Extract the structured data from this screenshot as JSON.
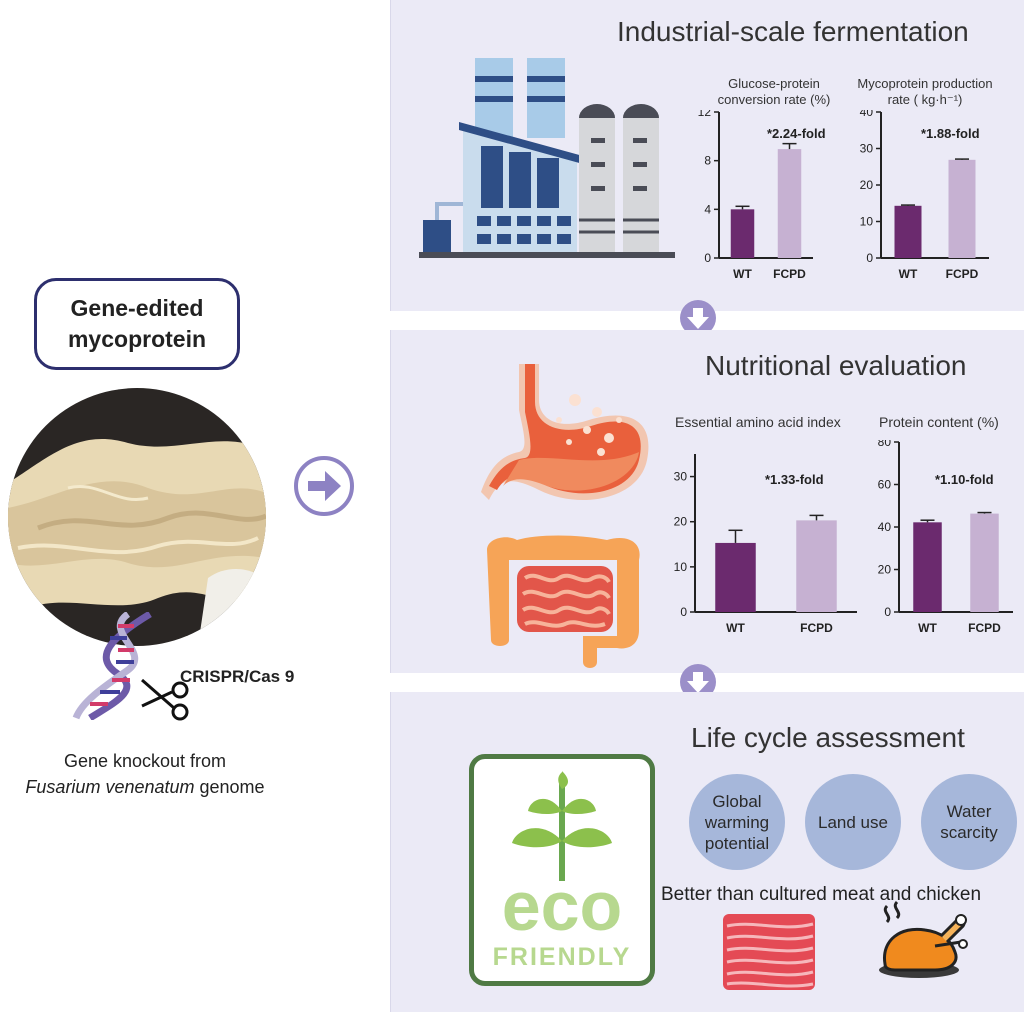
{
  "left": {
    "badge_line1": "Gene-edited",
    "badge_line2": "mycoprotein",
    "crispr_label": "CRISPR/Cas 9",
    "knockout_line1": "Gene knockout from",
    "knockout_species": "Fusarium venenatum",
    "knockout_suffix": " genome"
  },
  "panels": {
    "fermentation_title": "Industrial-scale fermentation",
    "nutrition_title": "Nutritional evaluation",
    "lca_title": "Life cycle assessment"
  },
  "lca": {
    "circles": [
      "Global warming potential",
      "Land use",
      "Water scarcity"
    ],
    "comparison": "Better than cultured meat and chicken",
    "eco_word": "eco",
    "friendly_word": "FRIENDLY"
  },
  "colors": {
    "wt": "#6b2a6e",
    "fcpd": "#c6b1d2",
    "panel": "#ebeaf6",
    "accent": "#9b8fc9",
    "eco": "#8cc04c"
  },
  "chart_data": [
    {
      "type": "bar",
      "title": "Glucose-protein conversion rate (%)",
      "categories": [
        "WT",
        "FCPD"
      ],
      "values": [
        4.0,
        8.95
      ],
      "errors": [
        0.25,
        0.45
      ],
      "ylim": [
        0,
        12
      ],
      "yticks": [
        0,
        4,
        8,
        12
      ],
      "annotation": "*2.24-fold"
    },
    {
      "type": "bar",
      "title": "Mycoprotein production rate ( kg·h⁻¹)",
      "categories": [
        "WT",
        "FCPD"
      ],
      "values": [
        14.3,
        26.9
      ],
      "errors": [
        0.2,
        0.2
      ],
      "ylim": [
        0,
        40
      ],
      "yticks": [
        0,
        10,
        20,
        30,
        40
      ],
      "annotation": "*1.88-fold"
    },
    {
      "type": "bar",
      "title": "Essential amino acid index",
      "categories": [
        "WT",
        "FCPD"
      ],
      "values": [
        15.3,
        20.3
      ],
      "errors": [
        2.8,
        1.1
      ],
      "ylim": [
        0,
        35
      ],
      "yticks": [
        0,
        10,
        20,
        30
      ],
      "annotation": "*1.33-fold"
    },
    {
      "type": "bar",
      "title": "Protein content (%)",
      "categories": [
        "WT",
        "FCPD"
      ],
      "values": [
        42.2,
        46.3
      ],
      "errors": [
        1.0,
        0.5
      ],
      "ylim": [
        0,
        80
      ],
      "yticks": [
        0,
        20,
        40,
        60,
        80
      ],
      "annotation": "*1.10-fold"
    }
  ]
}
